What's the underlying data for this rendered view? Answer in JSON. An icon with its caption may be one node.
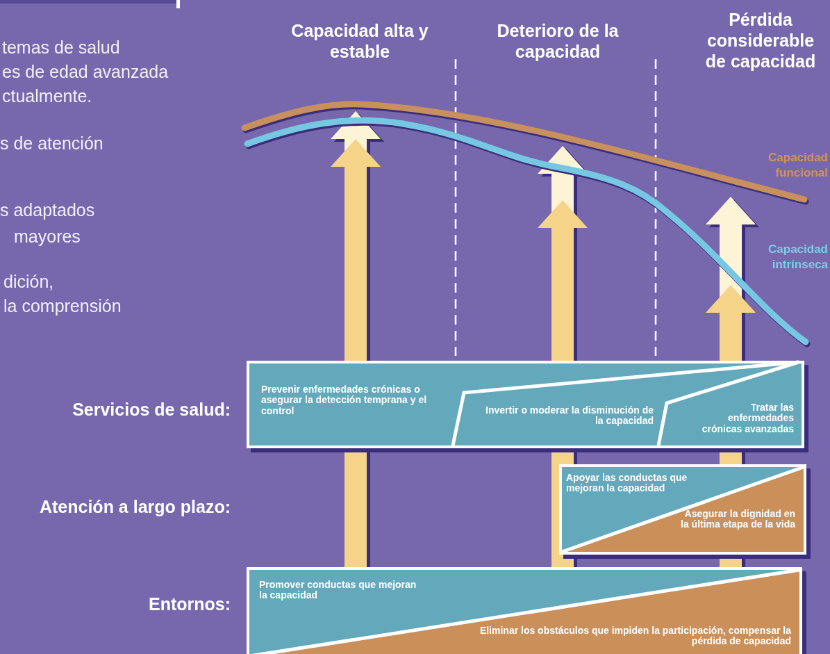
{
  "diagram": {
    "nodes": [
      {
        "text": [
          "Capacidad alta y estable"
        ]
      },
      {
        "text": [
          "Deterioro de la capacidad"
        ]
      },
      {
        "text": [
          "Pérdida considerable de capacidad"
        ]
      },
      {
        "text": [],
        "shape": "box"
      },
      {
        "text": [
          "Prevenir enfermedades crónicas o asegurar la detección temprana y el control"
        ],
        "in": 3
      },
      {
        "text": [
          "Invertir o moderar la disminución de la capacidad"
        ],
        "in": 3
      },
      {
        "text": [
          "Tratar las enfermedades crónicas avanzadas"
        ],
        "in": 3
      },
      {
        "text": [],
        "shape": "box"
      },
      {
        "text": [
          "Apoyar las conductas que mejoran la capacidad"
        ],
        "in": 7
      },
      {
        "text": [
          "Asegurar la dignidad en la última etapa de la vida"
        ],
        "in": 7
      },
      {
        "text": [],
        "shape": "box"
      },
      {
        "text": [
          "Promover conductas que mejoran la capacidad"
        ],
        "in": 10
      },
      {
        "text": [
          "Eliminar los obstáculos que impiden la participación, compensar la pérdida de capacidad"
        ],
        "in": 10
      }
    ],
    "labels": [
      "temas de salud",
      "es de edad avanzada",
      "ctualmente.",
      "s de atención",
      "s adaptados",
      "mayores",
      "dición,",
      "la comprensión",
      "Capacidad funcional",
      "Capacidad intrínseca",
      "Servicios de salud:",
      "Atención a largo plazo:",
      "Entornos:"
    ]
  }
}
